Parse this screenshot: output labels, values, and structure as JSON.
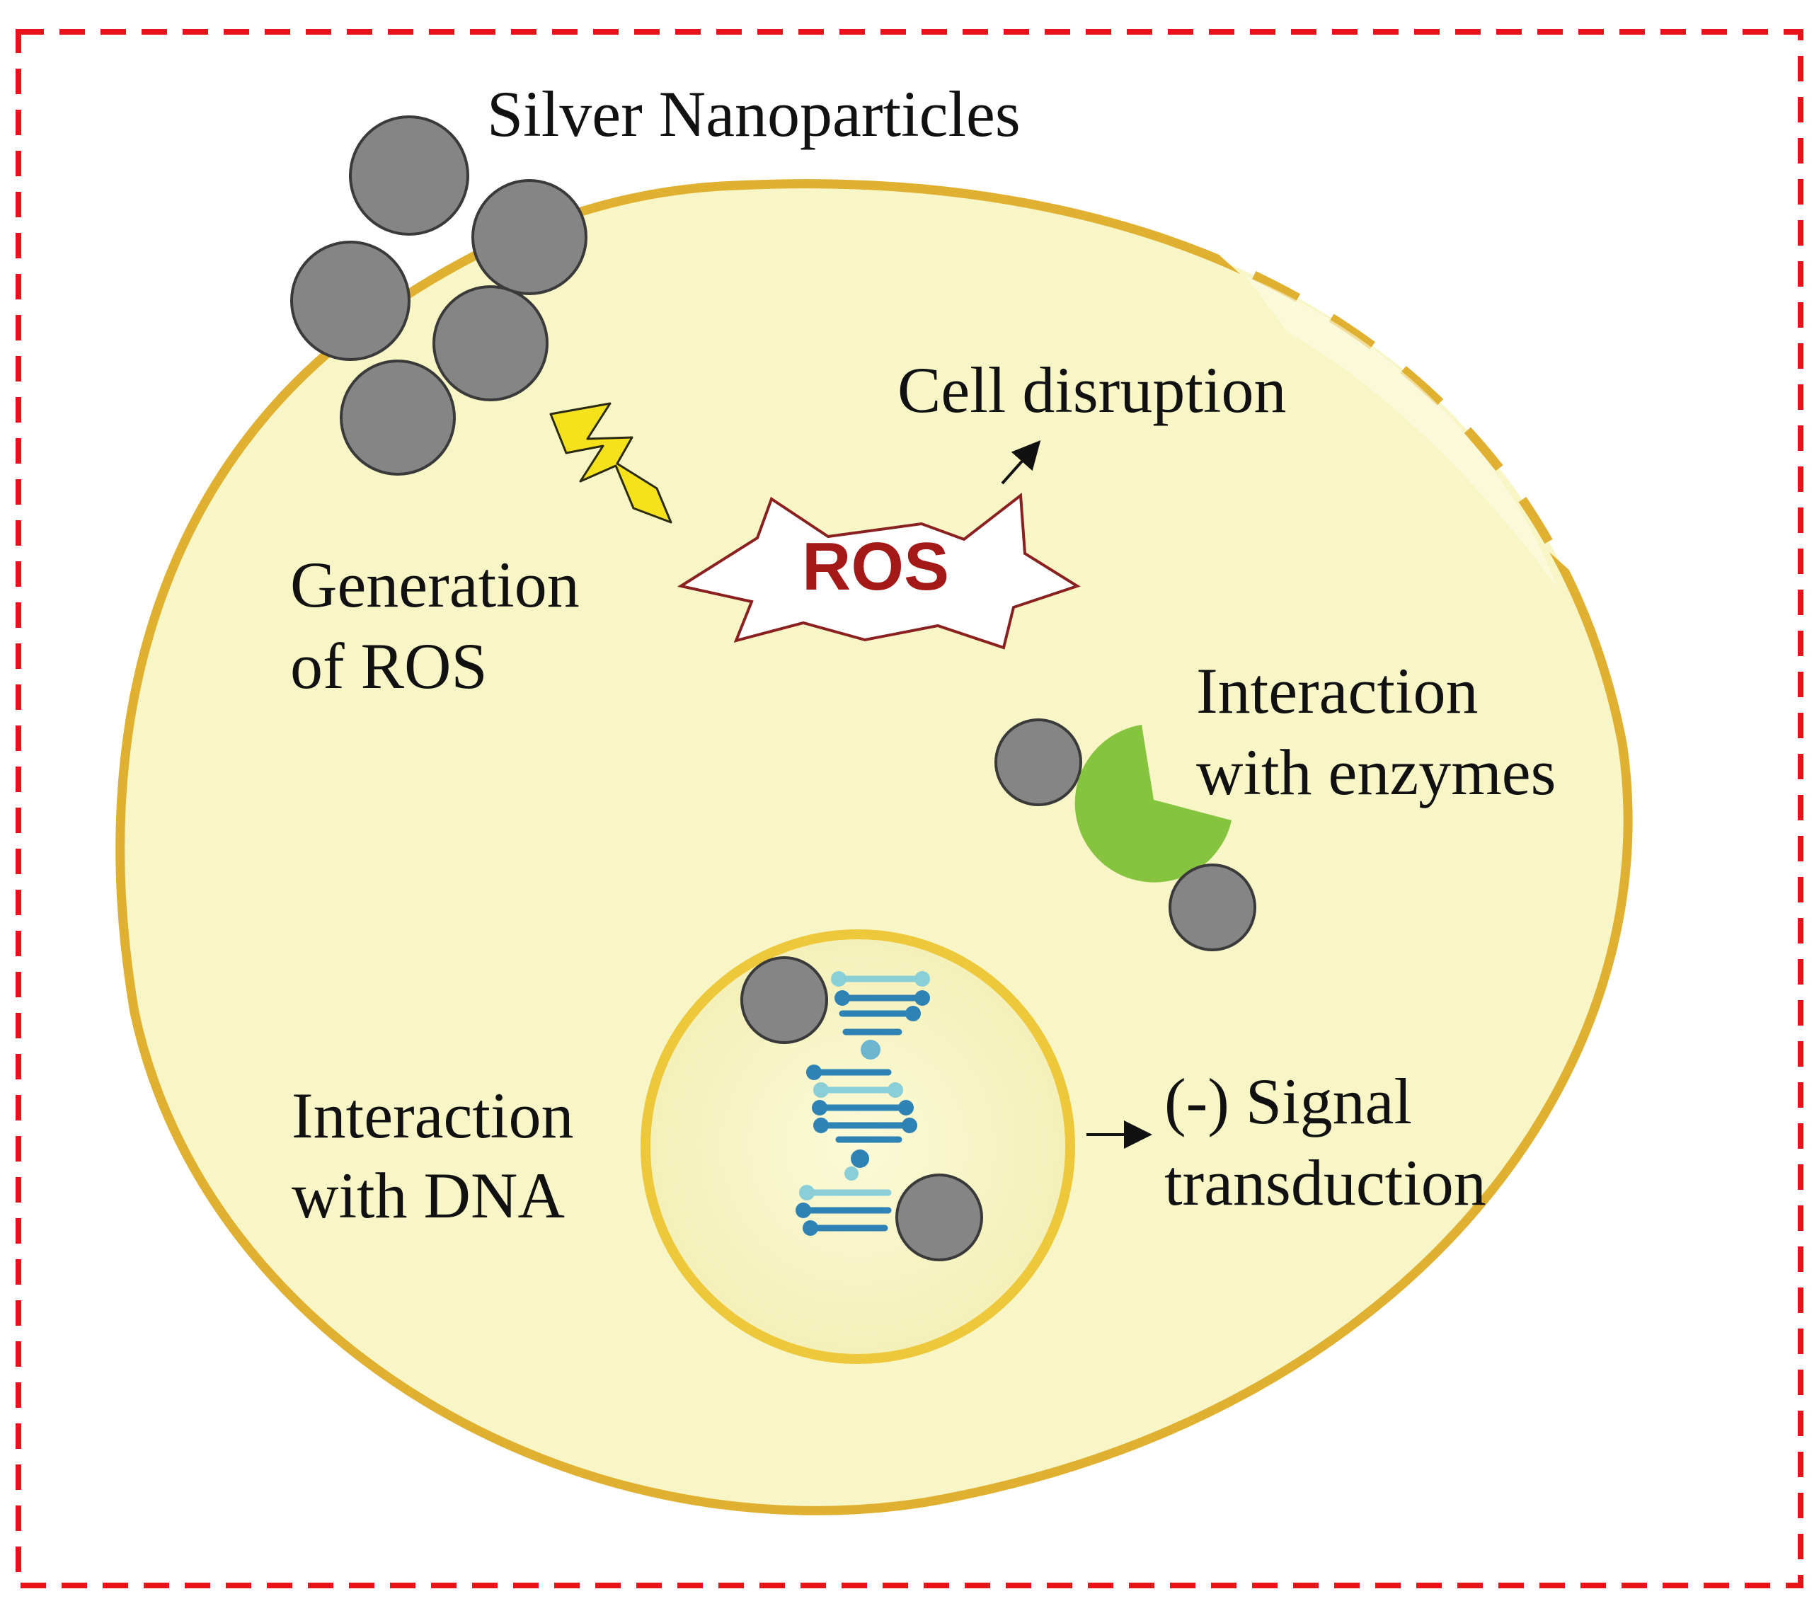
{
  "labels": {
    "silver_nanoparticles": "Silver Nanoparticles",
    "cell_disruption": "Cell disruption",
    "ros": "ROS",
    "generation_of_ros": [
      "Generation",
      "of ROS"
    ],
    "interaction_enzymes": [
      "Interaction",
      "with enzymes"
    ],
    "interaction_dna": [
      "Interaction",
      "with DNA"
    ],
    "signal_transduction": [
      "(-) Signal",
      "transduction"
    ]
  },
  "colors": {
    "frame_dashes": "#e8121a",
    "cell_fill": "#f8f6c6",
    "cell_membrane": "#e0b030",
    "nucleus_membrane": "#ecc83a",
    "nanoparticle_fill": "#858585",
    "nanoparticle_stroke": "#3a3a3a",
    "enzyme": "#86c440",
    "ros_text": "#a51818",
    "ros_outline": "#8a2020",
    "lightning": "#f5e21a",
    "dna_dark": "#2e82b4",
    "dna_light": "#8acfd8"
  },
  "icons": {
    "nanoparticle": "gray-sphere",
    "enzyme": "pac-man-enzyme",
    "lightning": "lightning-bolt-icon",
    "dna": "dna-helix-icon",
    "arrow": "arrow-icon"
  }
}
